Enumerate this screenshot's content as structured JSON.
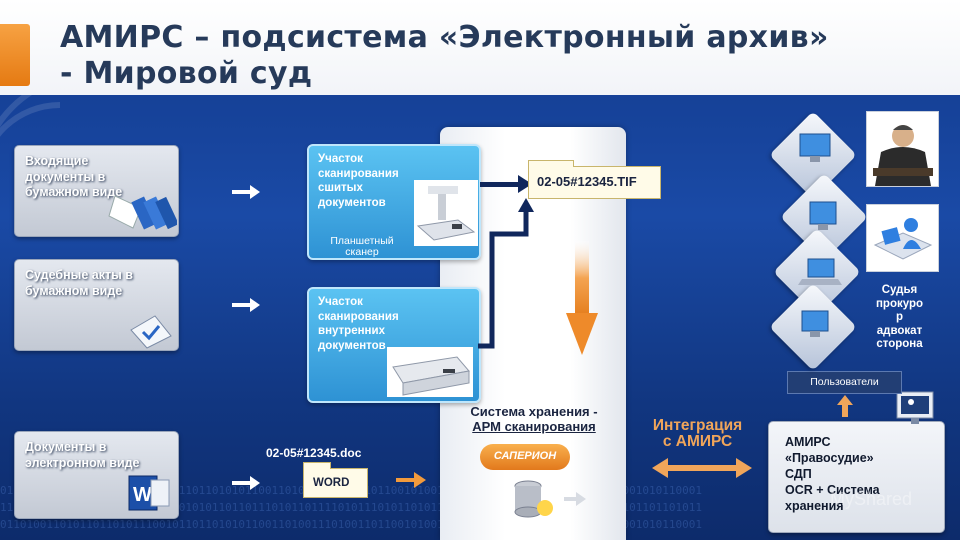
{
  "title": {
    "line1": "АМИРС – подсистема «Электронный архив»",
    "line2": "- Мировой суд"
  },
  "binary_rows": [
    "0110100110101101101011100101101101010110011010011101001101100101001101011001101100010110110111001010110001",
    "1110101101010000101101010110101011011011101011011110101110101101011011010101101101011100101110101101101011"
  ],
  "inputs": {
    "incoming": "Входящие документы в бумажном виде",
    "court_acts": "Судебные акты в бумажном виде",
    "electronic": "Документы в электронном виде"
  },
  "scan_areas": {
    "stitched": "Участок сканирования сшитых документов",
    "flatbed": "Планшетный сканер",
    "internal": "Участок сканирования внутренних документов"
  },
  "files": {
    "tif": "02-05#12345.TIF",
    "doc": "02-05#12345.doc",
    "word": "WORD"
  },
  "storage": {
    "line1": "Система хранения -",
    "line2": "АРМ сканирования",
    "logo": "САПЕРИОН"
  },
  "integration": {
    "line1": "Интеграция",
    "line2": "с АМИРС"
  },
  "amirs": {
    "line1": "АМИРС",
    "line2": "«Правосудие»",
    "line3": "СДП",
    "line4": "OCR + Система",
    "line5": "хранения"
  },
  "users": {
    "label": "Пользователи",
    "roles": [
      "Судья",
      "прокуро",
      "р",
      "адвокат",
      "сторона"
    ]
  },
  "watermark": "MyShared",
  "colors": {
    "background": "#1a4aa6",
    "accent_orange": "#f29a3c",
    "scan_blue": "#3aa8e4",
    "arrow_navy": "#10275c"
  },
  "icons": [
    "binders-icon",
    "document-check-icon",
    "word-doc-icon",
    "flatbed-scanner-icon",
    "sheetfed-scanner-icon",
    "database-icon",
    "computer-icon",
    "laptop-icon",
    "judge-icon",
    "office-worker-icon",
    "user-computer-icon"
  ]
}
